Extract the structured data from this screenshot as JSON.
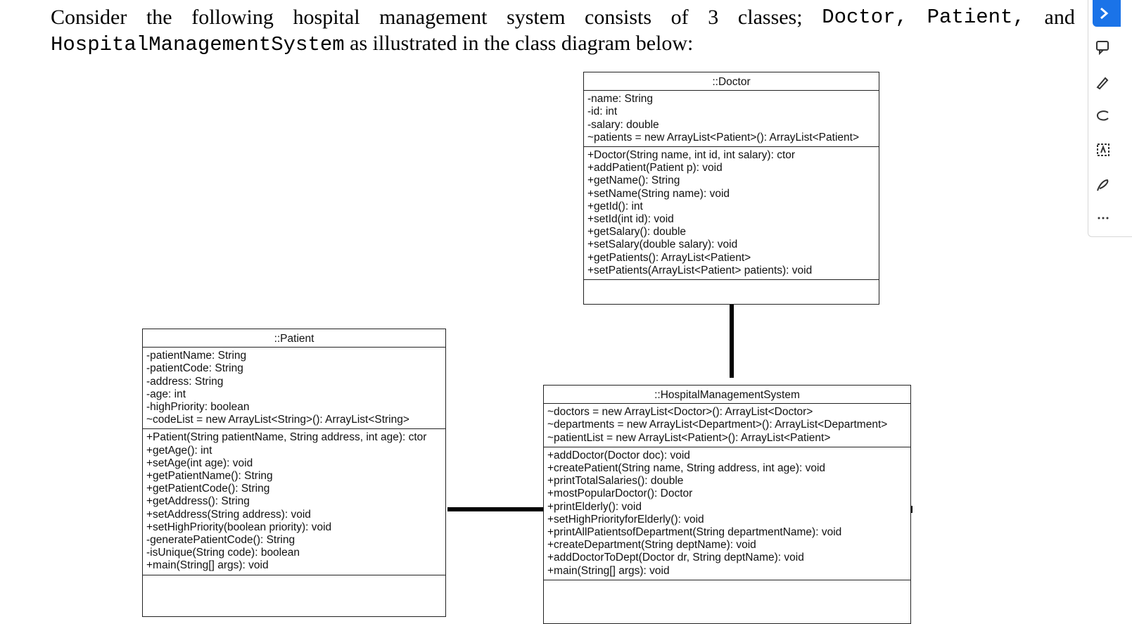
{
  "intro": {
    "line1_words": [
      "Consider",
      "the",
      "following",
      "hospital",
      "management",
      "system",
      "consists",
      "of",
      "3",
      "classes;"
    ],
    "class1": "Doctor,",
    "class2": "Patient,",
    "conj": "and",
    "class3": "HospitalManagementSystem",
    "line2_rest": " as illustrated in the class diagram below:"
  },
  "doctor": {
    "title": "::Doctor",
    "attributes": [
      "-name: String",
      "-id: int",
      "-salary: double",
      "~patients = new ArrayList<Patient>(): ArrayList<Patient>"
    ],
    "methods": [
      "+Doctor(String name, int id, int salary): ctor",
      "+addPatient(Patient p): void",
      "+getName(): String",
      "+setName(String name): void",
      "+getId(): int",
      "+setId(int id): void",
      "+getSalary(): double",
      "+setSalary(double salary): void",
      "+getPatients(): ArrayList<Patient>",
      "+setPatients(ArrayList<Patient> patients): void"
    ]
  },
  "patient": {
    "title": "::Patient",
    "attributes": [
      "-patientName: String",
      "-patientCode: String",
      "-address: String",
      "-age: int",
      "-highPriority: boolean",
      "~codeList = new ArrayList<String>(): ArrayList<String>"
    ],
    "methods": [
      "+Patient(String patientName, String address, int age): ctor",
      "+getAge(): int",
      "+setAge(int age): void",
      "+getPatientName(): String",
      "+getPatientCode(): String",
      "+getAddress(): String",
      "+setAddress(String address): void",
      "+setHighPriority(boolean priority): void",
      "-generatePatientCode(): String",
      "-isUnique(String code): boolean",
      "+main(String[] args): void"
    ]
  },
  "hms": {
    "title": "::HospitalManagementSystem",
    "attributes": [
      "~doctors = new ArrayList<Doctor>(): ArrayList<Doctor>",
      "~departments = new ArrayList<Department>(): ArrayList<Department>",
      "~patientList = new ArrayList<Patient>(): ArrayList<Patient>"
    ],
    "methods": [
      "+addDoctor(Doctor doc): void",
      "+createPatient(String name, String address, int age): void",
      "+printTotalSalaries(): double",
      "+mostPopularDoctor(): Doctor",
      "+printElderly(): void",
      "+setHighPriorityforElderly(): void",
      "+printAllPatientsofDepartment(String departmentName): void",
      "+createDepartment(String deptName): void",
      "+addDoctorToDept(Doctor dr, String deptName): void",
      "+main(String[] args): void"
    ]
  },
  "sidebar": {
    "tools": [
      "comment-icon",
      "pen-icon",
      "lasso-icon",
      "text-box-icon",
      "draw-icon",
      "more-icon"
    ]
  },
  "colors": {
    "accent": "#1a73e8",
    "line": "#000000"
  }
}
